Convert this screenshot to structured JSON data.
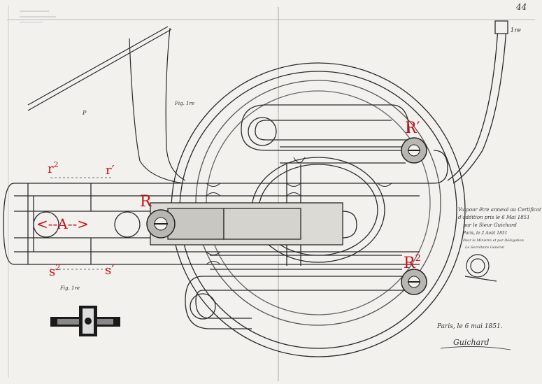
{
  "labels": {
    "r2": "r",
    "r2_sup": "2",
    "r_prime": "r′",
    "R": "R",
    "A": "<--A-->",
    "R_prime": "R′",
    "R2": "R",
    "R2_sup": "2",
    "s2": "s",
    "s2_sup": "2",
    "s_prime": "s′"
  },
  "annotations": {
    "page_number": "44",
    "plate_number": "Pl. 1re",
    "fig1_top": "Fig. 1re",
    "fig1_bottom": "Fig. 1re",
    "letter_p": "P",
    "note_line1": "Vu pour être annexé au Certificat",
    "note_line2": "d'addition pris le 6 Mai 1851",
    "note_line3": "par le Sieur Guichard",
    "note_line4": "Paris, le 2 Août 1851",
    "note_line5": "Pour le Ministre et par Délégation",
    "note_line6": "Le Secrétaire Général",
    "date_line": "Paris, le 6 mai 1851.",
    "signature": "Guichard"
  },
  "colors": {
    "label_red": "#c8141c",
    "paper": "#f2f1ee",
    "ink": "#2a2a2a"
  }
}
